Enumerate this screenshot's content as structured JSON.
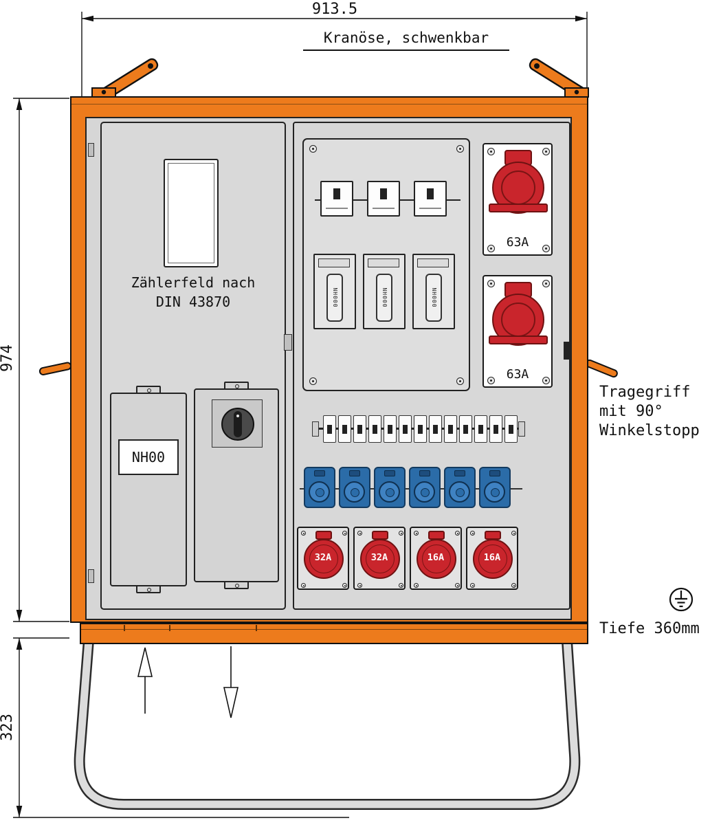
{
  "colors": {
    "orange": "#ED7B1C",
    "red": "#C9252C",
    "blue": "#2B6CA8",
    "panel_gray": "#D8D8D8",
    "line": "#111111"
  },
  "dimensions": {
    "top_width": "913.5",
    "left_height": "974",
    "stand_height": "323",
    "depth": "Tiefe 360mm"
  },
  "annotations": {
    "crane": "Kranöse, schwenkbar",
    "meter_field_line1": "Zählerfeld nach",
    "meter_field_line2": "DIN 43870",
    "handle_line1": "Tragegriff",
    "handle_line2": "mit 90°",
    "handle_line3": "Winkelstopp"
  },
  "components": {
    "fuse_switch_label": "NH00",
    "fuse_strip_label": "NH000",
    "cee_63_top_label": "63A",
    "cee_63_bottom_label": "63A",
    "outlets": [
      {
        "label": "32A"
      },
      {
        "label": "32A"
      },
      {
        "label": "16A"
      },
      {
        "label": "16A"
      }
    ],
    "breaker_count": 13,
    "blue_socket_count": 6
  }
}
